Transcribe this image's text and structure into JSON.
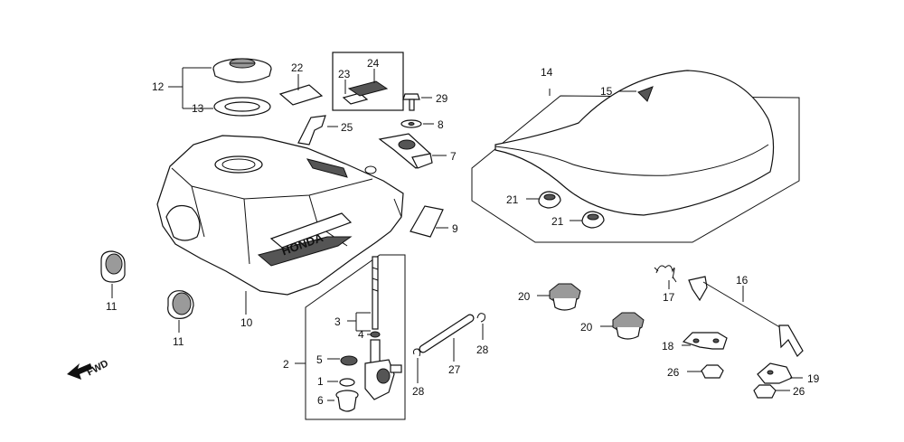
{
  "diagram": {
    "callouts": [
      {
        "id": "c12",
        "text": "12"
      },
      {
        "id": "c13",
        "text": "13"
      },
      {
        "id": "c22",
        "text": "22"
      },
      {
        "id": "c23",
        "text": "23"
      },
      {
        "id": "c24",
        "text": "24"
      },
      {
        "id": "c29",
        "text": "29"
      },
      {
        "id": "c8",
        "text": "8"
      },
      {
        "id": "c25",
        "text": "25"
      },
      {
        "id": "c7",
        "text": "7"
      },
      {
        "id": "c9",
        "text": "9"
      },
      {
        "id": "c10",
        "text": "10"
      },
      {
        "id": "c11a",
        "text": "11"
      },
      {
        "id": "c11b",
        "text": "11"
      },
      {
        "id": "c2",
        "text": "2"
      },
      {
        "id": "c3",
        "text": "3"
      },
      {
        "id": "c4",
        "text": "4"
      },
      {
        "id": "c5",
        "text": "5"
      },
      {
        "id": "c1",
        "text": "1"
      },
      {
        "id": "c6",
        "text": "6"
      },
      {
        "id": "c27",
        "text": "27"
      },
      {
        "id": "c28a",
        "text": "28"
      },
      {
        "id": "c28b",
        "text": "28"
      },
      {
        "id": "c14",
        "text": "14"
      },
      {
        "id": "c15",
        "text": "15"
      },
      {
        "id": "c21a",
        "text": "21"
      },
      {
        "id": "c21b",
        "text": "21"
      },
      {
        "id": "c16",
        "text": "16"
      },
      {
        "id": "c17",
        "text": "17"
      },
      {
        "id": "c20a",
        "text": "20"
      },
      {
        "id": "c20b",
        "text": "20"
      },
      {
        "id": "c18",
        "text": "18"
      },
      {
        "id": "c19",
        "text": "19"
      },
      {
        "id": "c26a",
        "text": "26"
      },
      {
        "id": "c26b",
        "text": "26"
      }
    ],
    "tank_logo_text": "HONDA",
    "fwd_label": "FWD"
  }
}
